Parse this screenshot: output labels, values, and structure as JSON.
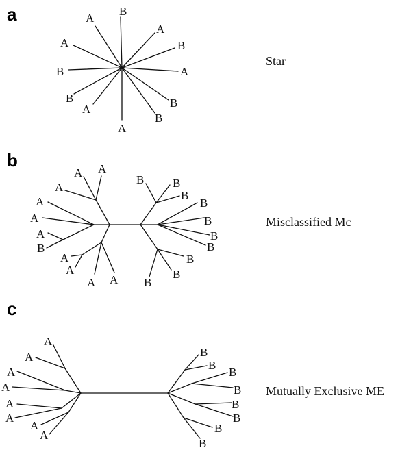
{
  "panels": [
    {
      "letter": "a",
      "caption": "Star",
      "labels": [
        "A",
        "B",
        "A",
        "B",
        "A",
        "B",
        "B",
        "A",
        "B",
        "A",
        "B",
        "A"
      ]
    },
    {
      "letter": "b",
      "caption": "Misclassified Mc",
      "labels": [
        "A",
        "A",
        "A",
        "A",
        "A",
        "A",
        "B",
        "A",
        "A",
        "A",
        "A",
        "B",
        "B",
        "B",
        "B",
        "B",
        "B",
        "B",
        "B",
        "B",
        "B"
      ]
    },
    {
      "letter": "c",
      "caption": "Mutually Exclusive ME",
      "labels": [
        "A",
        "A",
        "A",
        "A",
        "A",
        "A",
        "A",
        "A",
        "B",
        "B",
        "B",
        "B",
        "B",
        "B",
        "B",
        "B"
      ]
    }
  ]
}
